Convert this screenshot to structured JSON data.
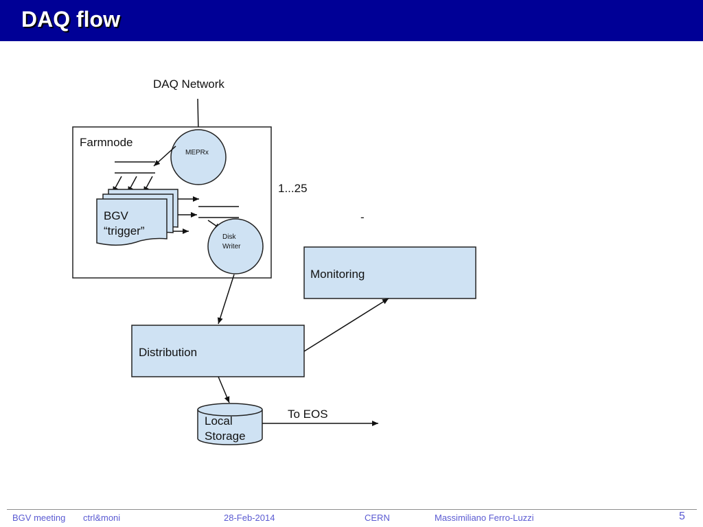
{
  "slide": {
    "title": "DAQ flow",
    "title_bar_color": "#000096"
  },
  "diagram": {
    "input_label": "DAQ Network",
    "farmnode_label": "Farmnode",
    "meprx_label": "MEPRx",
    "bgv_label_line1": "BGV",
    "bgv_label_line2": "“trigger”",
    "disk_writer_line1": "Disk",
    "disk_writer_line2": "Writer",
    "multiplicity_label": "1...25",
    "stray_mark": "-",
    "monitoring_label": "Monitoring",
    "distribution_label": "Distribution",
    "local_storage_line1": "Local",
    "local_storage_line2": "Storage",
    "to_eos_label": "To EOS",
    "node_fill_color": "#cfe2f3"
  },
  "footer": {
    "event": "BGV meeting",
    "topic": "ctrl&moni",
    "date": "28-Feb-2014",
    "institute": "CERN",
    "author": "Massimiliano Ferro-Luzzi",
    "page": "5",
    "text_color": "#5a5ad2"
  }
}
